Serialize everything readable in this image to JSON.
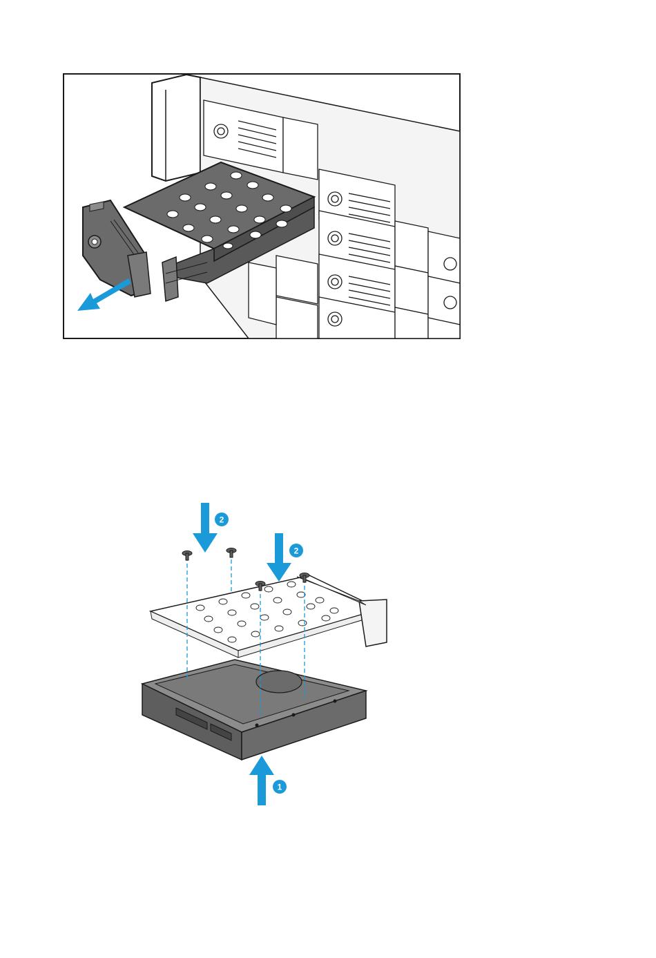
{
  "colors": {
    "accent_blue": "#1a9ad8",
    "tray_dark": "#6b6b6b",
    "tray_mid": "#8c8c8c",
    "line": "#1a1a1a",
    "paper": "#ffffff"
  },
  "figure_top": {
    "icons": [
      "drive-tray-icon",
      "pull-out-arrow-icon",
      "nas-chassis-icon"
    ]
  },
  "figure_bottom": {
    "steps": [
      {
        "number": "2"
      },
      {
        "number": "2"
      },
      {
        "number": "1"
      }
    ],
    "icons": [
      "screw-icon",
      "drive-tray-icon",
      "hard-drive-icon",
      "down-arrow-icon",
      "up-arrow-icon"
    ]
  }
}
